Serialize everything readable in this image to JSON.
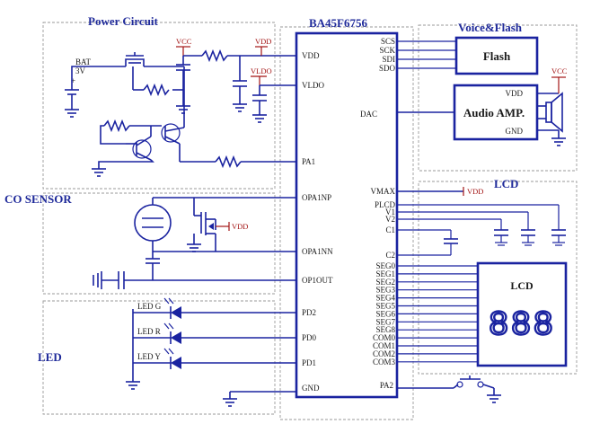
{
  "sections": {
    "power": "Power Circuit",
    "co_sensor": "CO SENSOR",
    "led": "LED",
    "voice_flash": "Voice&Flash",
    "lcd": "LCD"
  },
  "mcu": {
    "name": "BA45F6756",
    "left_pins": [
      "VDD",
      "VLDO",
      "PA1",
      "OPA1NP",
      "OPA1NN",
      "OP1OUT",
      "PD2",
      "PD0",
      "PD1",
      "GND"
    ],
    "right_top_pins": [
      "SCS",
      "SCK",
      "SDI",
      "SDO"
    ],
    "dac": "DAC",
    "right_lcd_pins": [
      "VMAX",
      "PLCD",
      "V1",
      "V2",
      "C1",
      "C2"
    ],
    "seg_com_pins": [
      "SEG0",
      "SEG1",
      "SEG2",
      "SEG3",
      "SEG4",
      "SEG5",
      "SEG6",
      "SEG7",
      "SEG8",
      "COM0",
      "COM1",
      "COM2",
      "COM3"
    ],
    "pa2": "PA2"
  },
  "power": {
    "battery": "BAT",
    "battery_v": "3V",
    "plus": "+",
    "vcc": "VCC",
    "vdd": "VDD",
    "vldo": "VLDO"
  },
  "co": {
    "vdd": "VDD"
  },
  "leds": {
    "g": "LED  G",
    "r": "LED  R",
    "y": "LED  Y"
  },
  "voice": {
    "flash": "Flash",
    "amp": "Audio AMP.",
    "vdd": "VDD",
    "gnd": "GND",
    "vcc": "VCC"
  },
  "lcd": {
    "vdd": "VDD",
    "panel_title": "LCD",
    "digits": "888"
  }
}
